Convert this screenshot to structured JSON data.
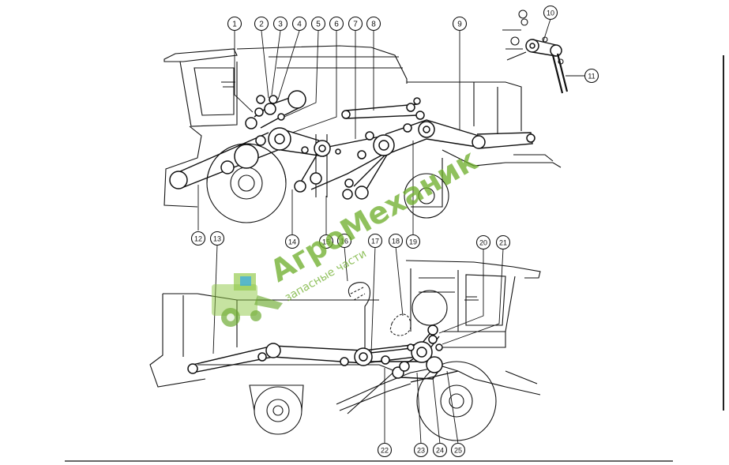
{
  "diagram": {
    "callouts": [
      {
        "id": "1"
      },
      {
        "id": "2"
      },
      {
        "id": "3"
      },
      {
        "id": "4"
      },
      {
        "id": "5"
      },
      {
        "id": "6"
      },
      {
        "id": "7"
      },
      {
        "id": "8"
      },
      {
        "id": "9"
      },
      {
        "id": "10"
      },
      {
        "id": "11"
      },
      {
        "id": "12"
      },
      {
        "id": "13"
      },
      {
        "id": "14"
      },
      {
        "id": "15"
      },
      {
        "id": "16"
      },
      {
        "id": "17"
      },
      {
        "id": "18"
      },
      {
        "id": "19"
      },
      {
        "id": "20"
      },
      {
        "id": "21"
      },
      {
        "id": "22"
      },
      {
        "id": "23"
      },
      {
        "id": "24"
      },
      {
        "id": "25",
        "highlighted": true
      }
    ],
    "highlight_color": "#8cbf3f"
  },
  "watermark": {
    "brand": "АгроМеханик",
    "subtitle": "запасные части",
    "color": "#6fae2c"
  }
}
